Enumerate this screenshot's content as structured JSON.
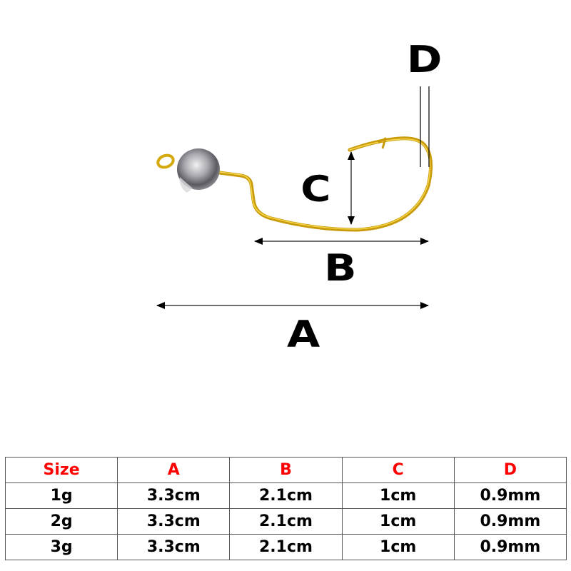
{
  "diagram": {
    "title": "Jig head worm hook dimension diagram",
    "labels": {
      "a": "A",
      "b": "B",
      "c": "C",
      "d": "D"
    },
    "colors": {
      "hook": "#d4a90e",
      "hook_highlight": "#f5d64a",
      "lead_head": "#9a9a9e",
      "arrow": "#6e6e6e",
      "label": "#000000"
    }
  },
  "table": {
    "headers": [
      "Size",
      "A",
      "B",
      "C",
      "D"
    ],
    "header_color": "#ff0000",
    "rows": [
      [
        "1g",
        "3.3cm",
        "2.1cm",
        "1cm",
        "0.9mm"
      ],
      [
        "2g",
        "3.3cm",
        "2.1cm",
        "1cm",
        "0.9mm"
      ],
      [
        "3g",
        "3.3cm",
        "2.1cm",
        "1cm",
        "0.9mm"
      ]
    ]
  }
}
